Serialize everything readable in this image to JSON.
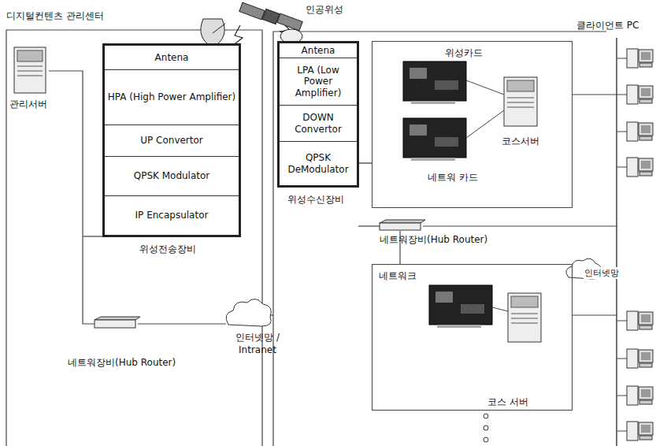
{
  "diagram": {
    "nodes": [
      {
        "text": [
          "위성전송장비"
        ]
      },
      {
        "text": [
          "Antena"
        ],
        "in": 0
      },
      {
        "text": [
          "HPA (High Power Amplifier)"
        ],
        "in": 0
      },
      {
        "text": [
          "UP Convertor"
        ],
        "in": 0
      },
      {
        "text": [
          "QPSK Modulator"
        ],
        "in": 0
      },
      {
        "text": [
          "IP Encapsulator"
        ],
        "in": 0
      },
      {
        "text": [
          "위성수신장비"
        ]
      },
      {
        "text": [
          "Antena"
        ],
        "in": 6
      },
      {
        "text": [
          "LPA (Low Power Amplifier)"
        ],
        "in": 6
      },
      {
        "text": [
          "DOWN Convertor"
        ],
        "in": 6
      },
      {
        "text": [
          "QPSK DeModulator"
        ],
        "in": 6
      },
      {
        "text": [
          "위성카드",
          "코스서버",
          "네트워 카드"
        ]
      },
      {
        "text": [
          "네트워크",
          "코스 서버"
        ]
      }
    ],
    "edges": [
      {
        "from": 10,
        "to": 11,
        "arrow": "none"
      }
    ],
    "labels": [
      "디지털컨텐츠 관리센터",
      "인공위성",
      "관리서버",
      "네트워장비(Hub Router)",
      "인터넷망 / Intranet",
      "네트워장비(Hub Router)",
      "인터넷망",
      "클라이언트 PC"
    ]
  }
}
